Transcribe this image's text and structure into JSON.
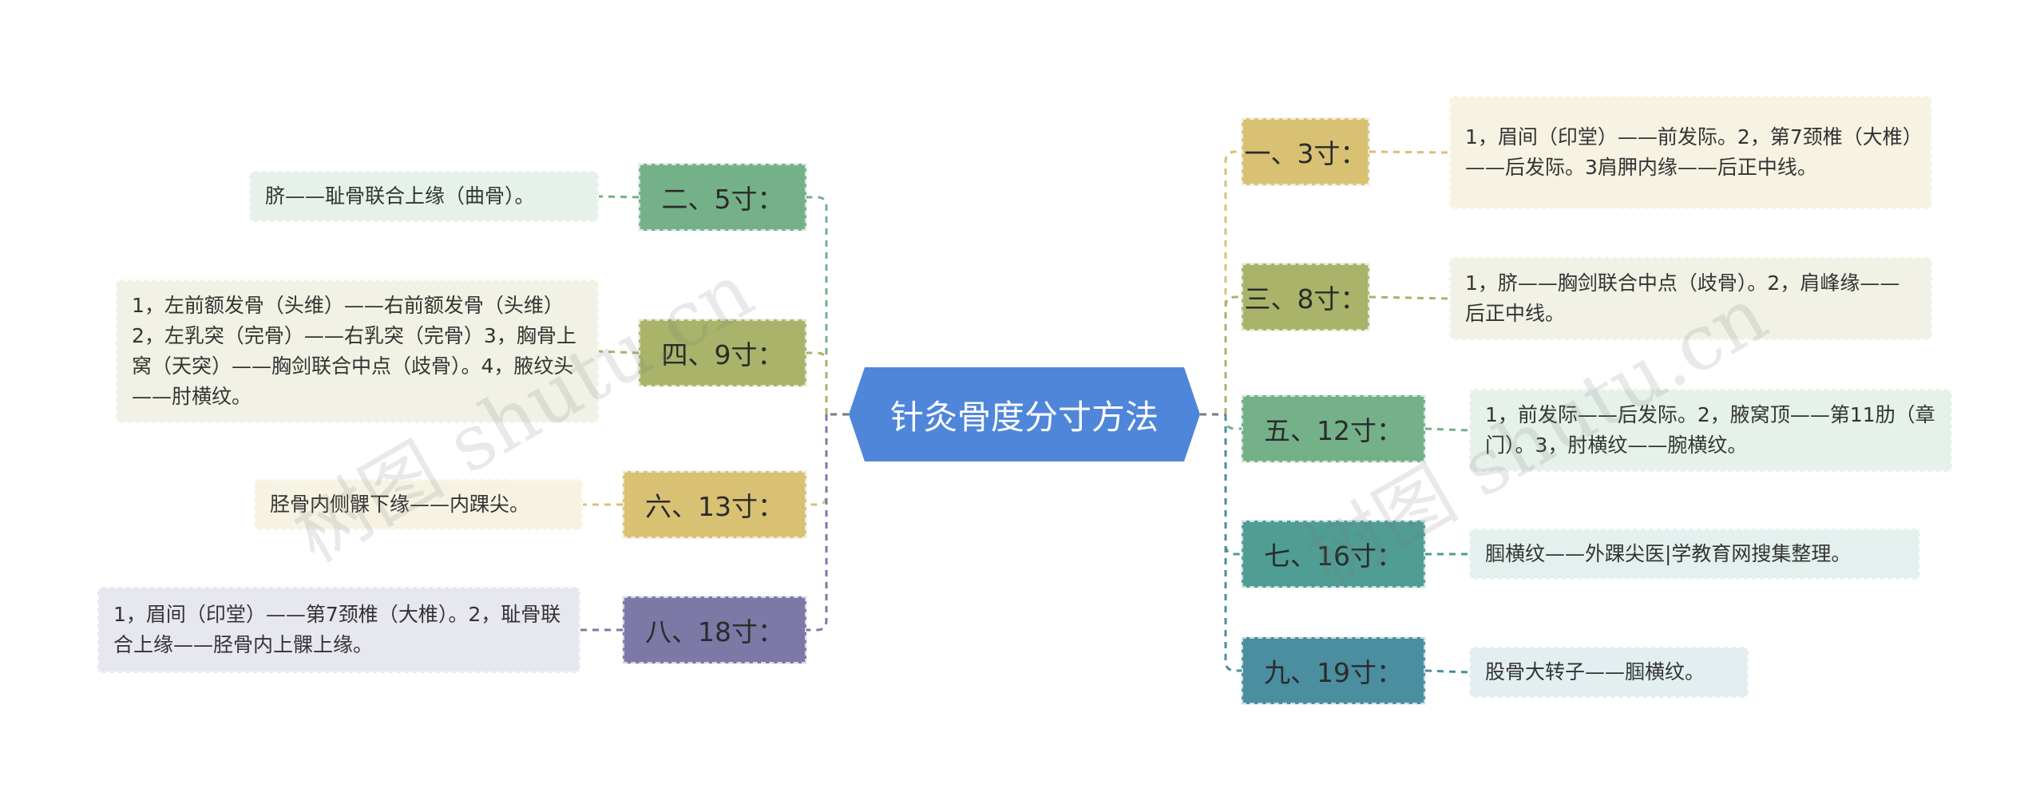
{
  "center": "针灸骨度分寸方法",
  "watermark": "树图 shutu.cn",
  "branches": [
    {
      "label": "一、3寸：",
      "detail": "1，眉间（印堂）——前发际。2，第7颈椎（大椎）——后发际。3肩胛内缘——后正中线。",
      "color": "#d8c173",
      "leaf_bg": "#f6f3e3"
    },
    {
      "label": "三、8寸：",
      "detail": "1，脐——胸剑联合中点（歧骨）。2，肩峰缘——后正中线。",
      "color": "#a9b36a",
      "leaf_bg": "#f1f2e5"
    },
    {
      "label": "五、12寸：",
      "detail": "1，前发际——后发际。2，腋窝顶——第11肋（章门）。3，肘横纹——腕横纹。",
      "color": "#74b189",
      "leaf_bg": "#e6f1ea"
    },
    {
      "label": "七、16寸：",
      "detail": "腘横纹——外踝尖医|学教育网搜集整理。",
      "color": "#4f9d93",
      "leaf_bg": "#e4f0ee"
    },
    {
      "label": "九、19寸：",
      "detail": "股骨大转子——腘横纹。",
      "color": "#4a8ea0",
      "leaf_bg": "#e2eef0"
    },
    {
      "label": "二、5寸：",
      "detail": "脐——耻骨联合上缘（曲骨）。",
      "color": "#74b189",
      "leaf_bg": "#e6f1ea"
    },
    {
      "label": "四、9寸：",
      "detail": "1，左前额发骨（头维）——右前额发骨（头维）2，左乳突（完骨）——右乳突（完骨）3，胸骨上窝（天突）——胸剑联合中点（歧骨）。4，腋纹头——肘横纹。",
      "color": "#a9b36a",
      "leaf_bg": "#f1f2e5"
    },
    {
      "label": "六、13寸：",
      "detail": "胫骨内侧髁下缘——内踝尖。",
      "color": "#d8c173",
      "leaf_bg": "#f6f3e3"
    },
    {
      "label": "八、18寸：",
      "detail": "1，眉间（印堂）——第7颈椎（大椎）。2，耻骨联合上缘——胫骨内上髁上缘。",
      "color": "#7c79a6",
      "leaf_bg": "#e7e7f0"
    }
  ]
}
